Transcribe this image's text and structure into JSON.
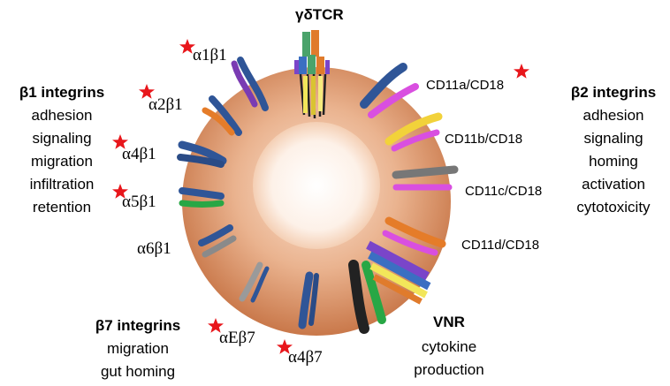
{
  "groups": {
    "beta1": {
      "title": "β1 integrins",
      "functions": [
        "adhesion",
        "signaling",
        "migration",
        "infiltration",
        "retention"
      ]
    },
    "beta2": {
      "title": "β2 integrins",
      "functions": [
        "adhesion",
        "signaling",
        "homing",
        "activation",
        "cytotoxicity"
      ]
    },
    "beta7": {
      "title": "β7 integrins",
      "functions": [
        "migration",
        "gut homing"
      ]
    },
    "vnr": {
      "title": "VNR",
      "functions": [
        "cytokine",
        "production"
      ]
    }
  },
  "receptors": {
    "tcr": "γδTCR",
    "a1b1": "α1β1",
    "a2b1": "α2β1",
    "a4b1": "α4β1",
    "a5b1": "α5β1",
    "a6b1": "α6β1",
    "aEb7": "αEβ7",
    "a4b7": "α4β7",
    "cd11a": "CD11a/CD18",
    "cd11b": "CD11b/CD18",
    "cd11c": "CD11c/CD18",
    "cd11d": "CD11d/CD18"
  },
  "colors": {
    "star": "#e8161b",
    "cell_outer": "#d9895a",
    "cell_inner": "#fbe6d8",
    "beta1_chain": "#2f5597",
    "cd18_chain": "#d94fe0"
  }
}
